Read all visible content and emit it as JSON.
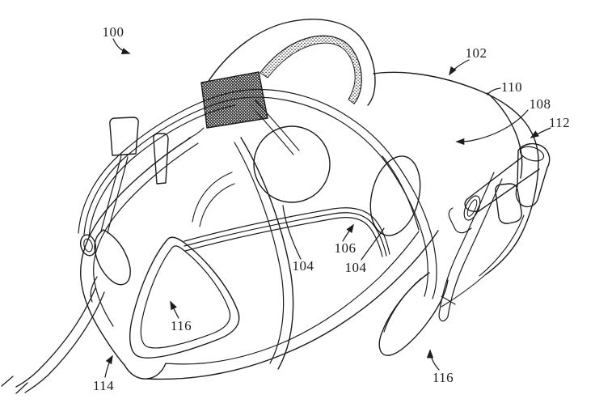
{
  "figure": {
    "alt": "Patent-style line drawing of a virtual-reality head-mounted display with top head strap, side straps, facial interface, lenses and tether cable",
    "background": "#ffffff",
    "ink": "#1c1c1c",
    "labels": [
      {
        "id": "ref-100",
        "text": "100"
      },
      {
        "id": "ref-102",
        "text": "102"
      },
      {
        "id": "ref-110",
        "text": "110"
      },
      {
        "id": "ref-108",
        "text": "108"
      },
      {
        "id": "ref-112",
        "text": "112"
      },
      {
        "id": "ref-106",
        "text": "106"
      },
      {
        "id": "ref-104-left",
        "text": "104"
      },
      {
        "id": "ref-104-right",
        "text": "104"
      },
      {
        "id": "ref-116-left",
        "text": "116"
      },
      {
        "id": "ref-114",
        "text": "114"
      },
      {
        "id": "ref-116-right",
        "text": "116"
      }
    ]
  }
}
